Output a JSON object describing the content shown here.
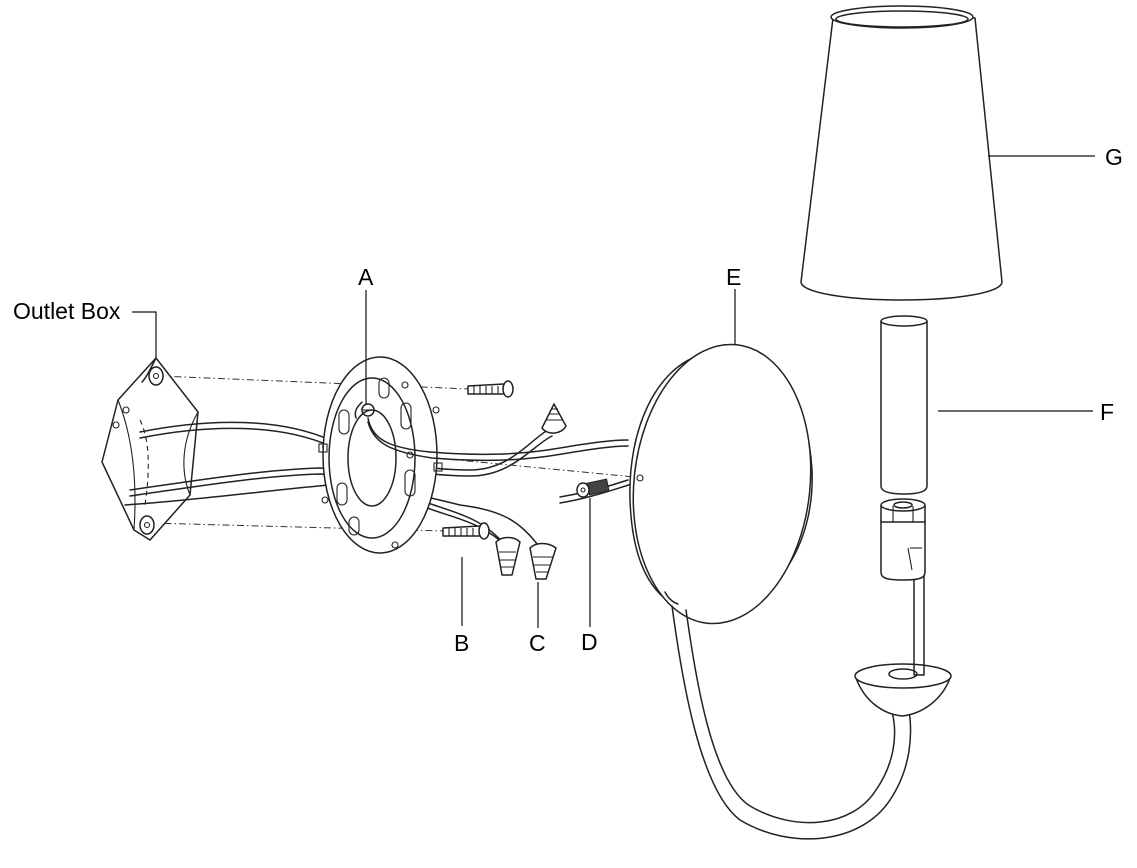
{
  "diagram": {
    "labels": {
      "outlet_box": "Outlet Box",
      "A": "A",
      "B": "B",
      "C": "C",
      "D": "D",
      "E": "E",
      "F": "F",
      "G": "G"
    }
  }
}
